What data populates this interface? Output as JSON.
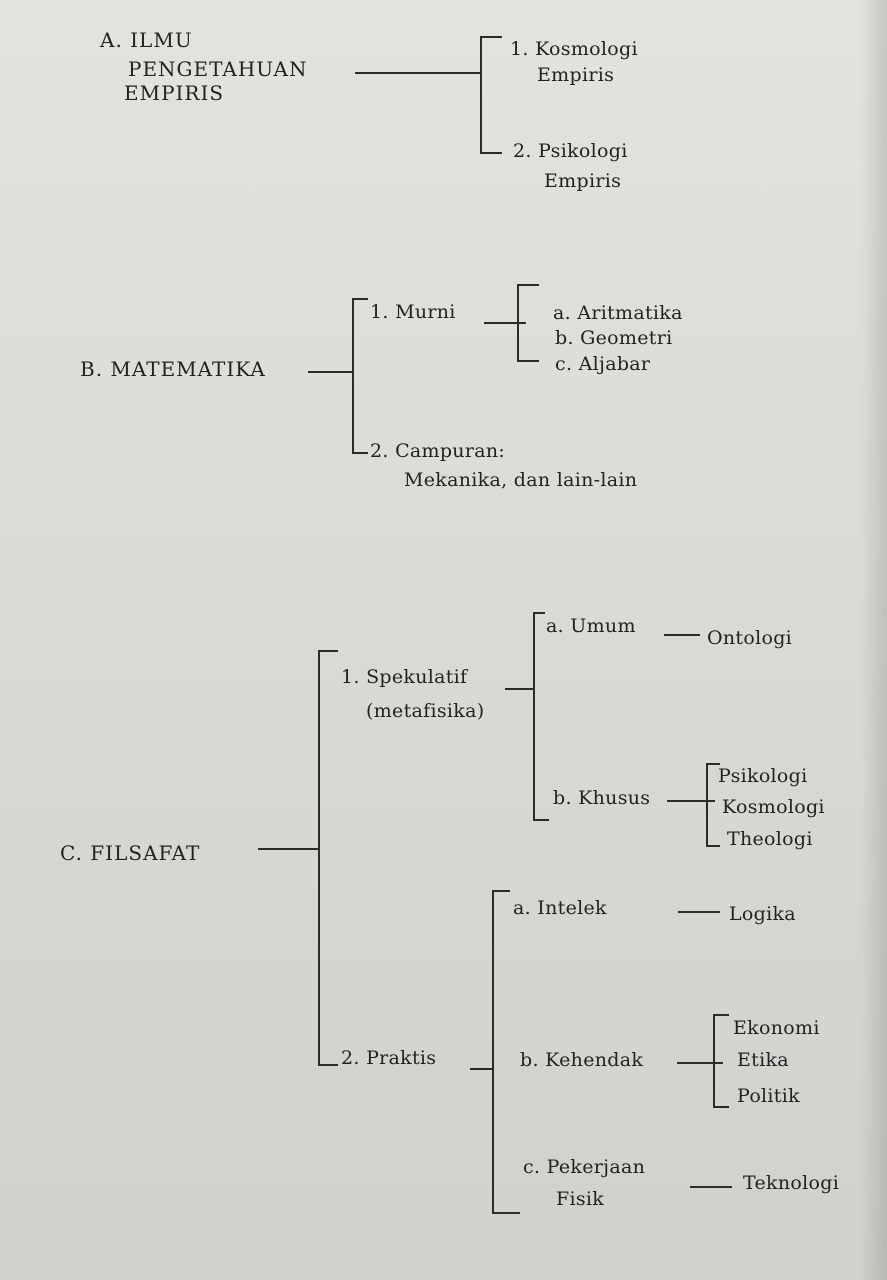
{
  "A": {
    "lines": [
      "A. ILMU",
      "PENGETAHUAN",
      "EMPIRIS"
    ],
    "items": [
      {
        "lines": [
          "1. Kosmologi",
          "Empiris"
        ]
      },
      {
        "lines": [
          "2. Psikologi",
          "Empiris"
        ]
      }
    ]
  },
  "B": {
    "label": "B. MATEMATIKA",
    "murni": {
      "label": "1. Murni",
      "items": [
        "a. Aritmatika",
        "b. Geometri",
        "c. Aljabar"
      ]
    },
    "campuran": {
      "label": "2. Campuran:",
      "detail": "Mekanika, dan lain-lain"
    }
  },
  "C": {
    "label": "C. FILSAFAT",
    "spekulatif": {
      "lines": [
        "1. Spekulatif",
        "(metafisika)"
      ],
      "umum": {
        "label": "a. Umum",
        "result": "Ontologi"
      },
      "khusus": {
        "label": "b. Khusus",
        "items": [
          "Psikologi",
          "Kosmologi",
          "Theologi"
        ]
      }
    },
    "praktis": {
      "label": "2. Praktis",
      "intelek": {
        "label": "a. Intelek",
        "result": "Logika"
      },
      "kehendak": {
        "label": "b. Kehendak",
        "items": [
          "Ekonomi",
          "Etika",
          "Politik"
        ]
      },
      "pekerjaan": {
        "lines": [
          "c. Pekerjaan",
          "Fisik"
        ],
        "result": "Teknologi"
      }
    }
  }
}
